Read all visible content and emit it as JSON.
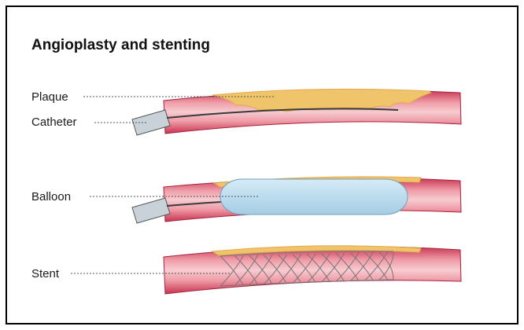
{
  "title": "Angioplasty and stenting",
  "labels": {
    "plaque": "Plaque",
    "catheter": "Catheter",
    "balloon": "Balloon",
    "stent": "Stent"
  },
  "colors": {
    "vessel_wall": "#c73350",
    "vessel_lumen": "#f4c2c6",
    "plaque": "#f0c46a",
    "balloon": "#bcdcee",
    "catheter_sheath": "#c9d2d8",
    "stent_wire": "#7a7478"
  }
}
